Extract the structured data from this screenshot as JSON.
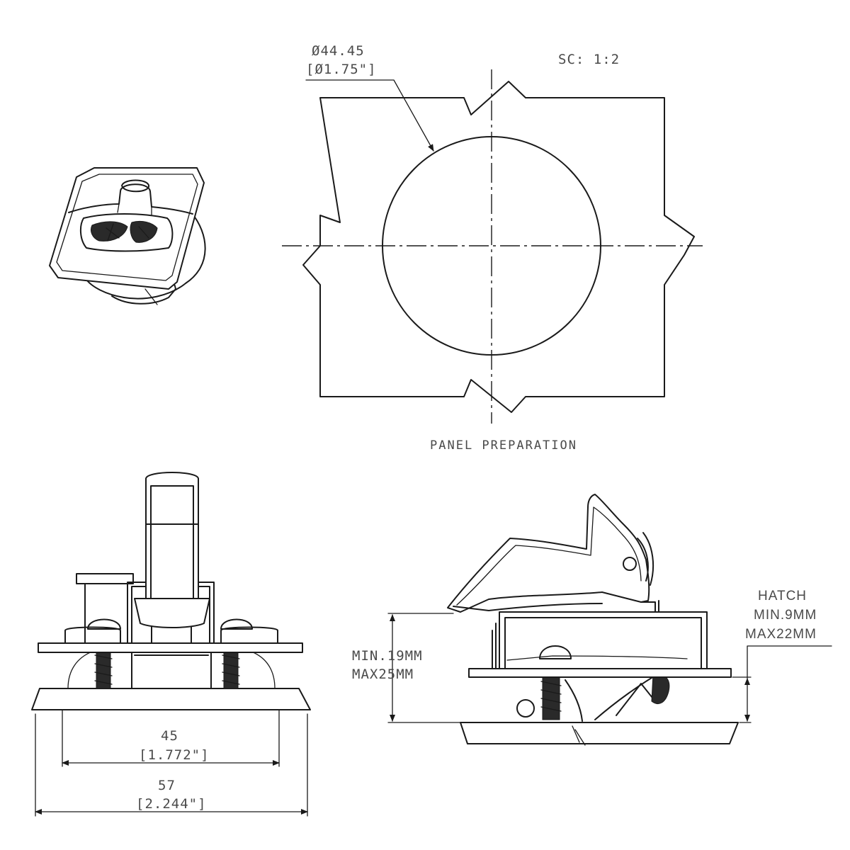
{
  "panel": {
    "diameter_mm": "Ø44.45",
    "diameter_in": "[Ø1.75\"]",
    "scale": "SC: 1:2",
    "caption": "PANEL PREPARATION"
  },
  "front_view": {
    "inner_width_mm": "45",
    "inner_width_in": "[1.772\"]",
    "outer_width_mm": "57",
    "outer_width_in": "[2.244\"]"
  },
  "side_view": {
    "panel_min": "MIN.19MM",
    "panel_max": "MAX25MM",
    "hatch_title": "HATCH",
    "hatch_min": "MIN.9MM",
    "hatch_max": "MAX22MM"
  }
}
